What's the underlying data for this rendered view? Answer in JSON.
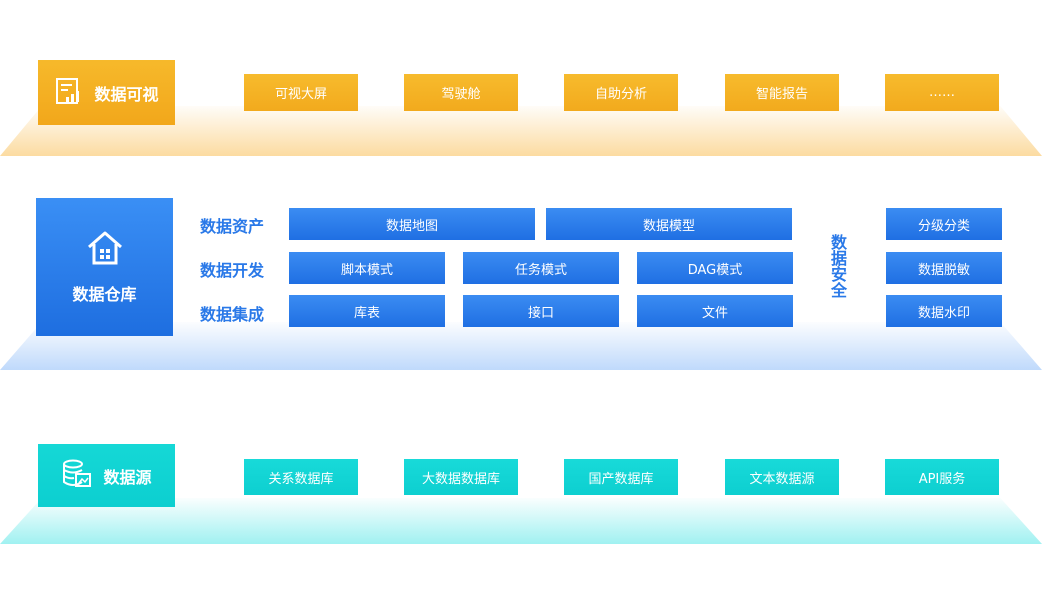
{
  "layers": {
    "visual": {
      "title": "数据可视",
      "items": [
        "可视大屏",
        "驾驶舱",
        "自助分析",
        "智能报告",
        "……"
      ]
    },
    "warehouse": {
      "title": "数据仓库",
      "rows": [
        {
          "label": "数据资产",
          "items": [
            "数据地图",
            "数据模型"
          ]
        },
        {
          "label": "数据开发",
          "items": [
            "脚本模式",
            "任务模式",
            "DAG模式"
          ]
        },
        {
          "label": "数据集成",
          "items": [
            "库表",
            "接口",
            "文件"
          ]
        }
      ],
      "security": {
        "title": "数据安全",
        "items": [
          "分级分类",
          "数据脱敏",
          "数据水印"
        ]
      }
    },
    "source": {
      "title": "数据源",
      "items": [
        "关系数据库",
        "大数据数据库",
        "国产数据库",
        "文本数据源",
        "API服务"
      ]
    }
  },
  "colors": {
    "orange": "#f2a71b",
    "blue": "#1f6fe3",
    "cyan": "#0dcfd0",
    "label_blue": "#2a79e8"
  },
  "icons": {
    "visual": "chart-report-icon",
    "warehouse": "house-icon",
    "source": "database-icon"
  }
}
